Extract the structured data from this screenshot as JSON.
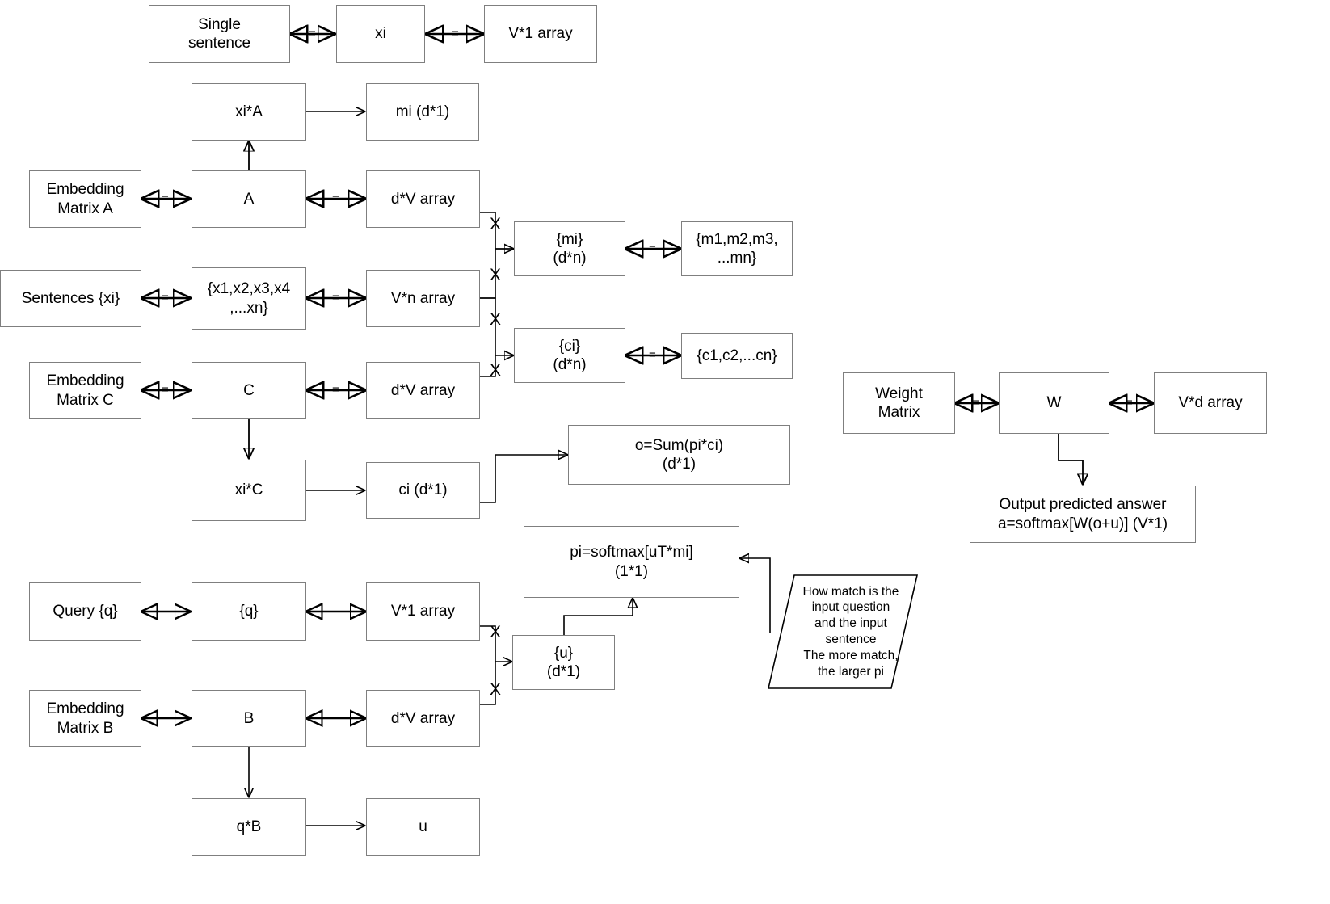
{
  "diagram": {
    "title": "End-to-End Memory Network data flow diagram",
    "colors": {
      "box_stroke": "#7f7f7f",
      "wire": "#000000",
      "background": "#ffffff",
      "text": "#000000"
    },
    "equiv_symbol": "=",
    "multiply_symbol": "X",
    "nodes": [
      {
        "id": "single-sentence",
        "label": "Single\nsentence"
      },
      {
        "id": "xi",
        "label": "xi"
      },
      {
        "id": "v1-array-top",
        "label": "V*1 array"
      },
      {
        "id": "xi-times-a",
        "label": "xi*A"
      },
      {
        "id": "mi-d1",
        "label": "mi (d*1)"
      },
      {
        "id": "embedding-matrix-a",
        "label": "Embedding\nMatrix A"
      },
      {
        "id": "a",
        "label": "A"
      },
      {
        "id": "dv-array-a",
        "label": "d*V array"
      },
      {
        "id": "mi-set",
        "label": "{mi}\n(d*n)"
      },
      {
        "id": "m-list",
        "label": "{m1,m2,m3,\n...mn}"
      },
      {
        "id": "sentences-xi",
        "label": "Sentences {xi}"
      },
      {
        "id": "x-list",
        "label": "{x1,x2,x3,x4\n,...xn}"
      },
      {
        "id": "vn-array",
        "label": "V*n array"
      },
      {
        "id": "ci-set",
        "label": "{ci}\n(d*n)"
      },
      {
        "id": "c-list",
        "label": "{c1,c2,...cn}"
      },
      {
        "id": "embedding-matrix-c",
        "label": "Embedding\nMatrix C"
      },
      {
        "id": "c",
        "label": "C"
      },
      {
        "id": "dv-array-c",
        "label": "d*V array"
      },
      {
        "id": "xi-times-c",
        "label": "xi*C"
      },
      {
        "id": "ci-d1",
        "label": "ci (d*1)"
      },
      {
        "id": "o-sum",
        "label": "o=Sum(pi*ci)\n(d*1)"
      },
      {
        "id": "weight-matrix",
        "label": "Weight\nMatrix"
      },
      {
        "id": "w",
        "label": "W"
      },
      {
        "id": "vd-array",
        "label": "V*d array"
      },
      {
        "id": "output-answer",
        "label": "Output predicted answer\na=softmax[W(o+u)] (V*1)"
      },
      {
        "id": "pi-softmax",
        "label": "pi=softmax[uT*mi]\n(1*1)"
      },
      {
        "id": "query-q",
        "label": "Query {q}"
      },
      {
        "id": "q-set",
        "label": "{q}"
      },
      {
        "id": "v1-array-q",
        "label": "V*1 array"
      },
      {
        "id": "u-set",
        "label": "{u}\n(d*1)"
      },
      {
        "id": "embedding-matrix-b",
        "label": "Embedding\nMatrix B"
      },
      {
        "id": "b",
        "label": "B"
      },
      {
        "id": "dv-array-b",
        "label": "d*V array"
      },
      {
        "id": "q-times-b",
        "label": "q*B"
      },
      {
        "id": "u",
        "label": "u"
      }
    ],
    "annotation": {
      "id": "match-note",
      "label": "How match is the\ninput question\nand the input\nsentence\nThe more match,\nthe larger pi"
    },
    "multiply_markers": [
      "X",
      "X",
      "X",
      "X",
      "X",
      "X"
    ],
    "bottom_multiply_markers": [
      "X",
      "X"
    ]
  }
}
